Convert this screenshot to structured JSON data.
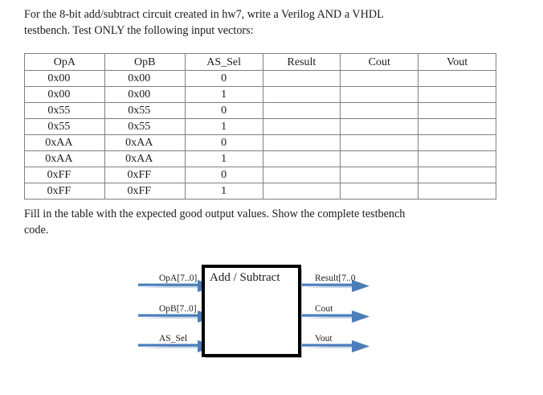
{
  "document": {
    "intro_line1": "For the 8-bit add/subtract circuit created in hw7, write a Verilog AND a VHDL",
    "intro_line2": "testbench.  Test ONLY the following input vectors:",
    "instruction_line1": "Fill in the table with the expected good output values.  Show the complete testbench",
    "instruction_line2": "code."
  },
  "table": {
    "headers": [
      "OpA",
      "OpB",
      "AS_Sel",
      "Result",
      "Cout",
      "Vout"
    ],
    "rows": [
      {
        "opa": "0x00",
        "opb": "0x00",
        "as_sel": "0",
        "result": "",
        "cout": "",
        "vout": ""
      },
      {
        "opa": "0x00",
        "opb": "0x00",
        "as_sel": "1",
        "result": "",
        "cout": "",
        "vout": ""
      },
      {
        "opa": "0x55",
        "opb": "0x55",
        "as_sel": "0",
        "result": "",
        "cout": "",
        "vout": ""
      },
      {
        "opa": "0x55",
        "opb": "0x55",
        "as_sel": "1",
        "result": "",
        "cout": "",
        "vout": ""
      },
      {
        "opa": "0xAA",
        "opb": "0xAA",
        "as_sel": "0",
        "result": "",
        "cout": "",
        "vout": ""
      },
      {
        "opa": "0xAA",
        "opb": "0xAA",
        "as_sel": "1",
        "result": "",
        "cout": "",
        "vout": ""
      },
      {
        "opa": "0xFF",
        "opb": "0xFF",
        "as_sel": "0",
        "result": "",
        "cout": "",
        "vout": ""
      },
      {
        "opa": "0xFF",
        "opb": "0xFF",
        "as_sel": "1",
        "result": "",
        "cout": "",
        "vout": ""
      }
    ]
  },
  "diagram": {
    "block_label": "Add / Subtract",
    "inputs": [
      {
        "label": "OpA[7..0]"
      },
      {
        "label": "OpB[7..0]"
      },
      {
        "label": "AS_Sel"
      }
    ],
    "outputs": [
      {
        "label": "Result[7..0"
      },
      {
        "label": "Cout"
      },
      {
        "label": "Vout"
      }
    ],
    "colors": {
      "arrow": "#4A7EBB",
      "arrow_shadow": "#B8C9E0",
      "block_border": "#000000",
      "block_fill": "#FFFFFF"
    }
  }
}
